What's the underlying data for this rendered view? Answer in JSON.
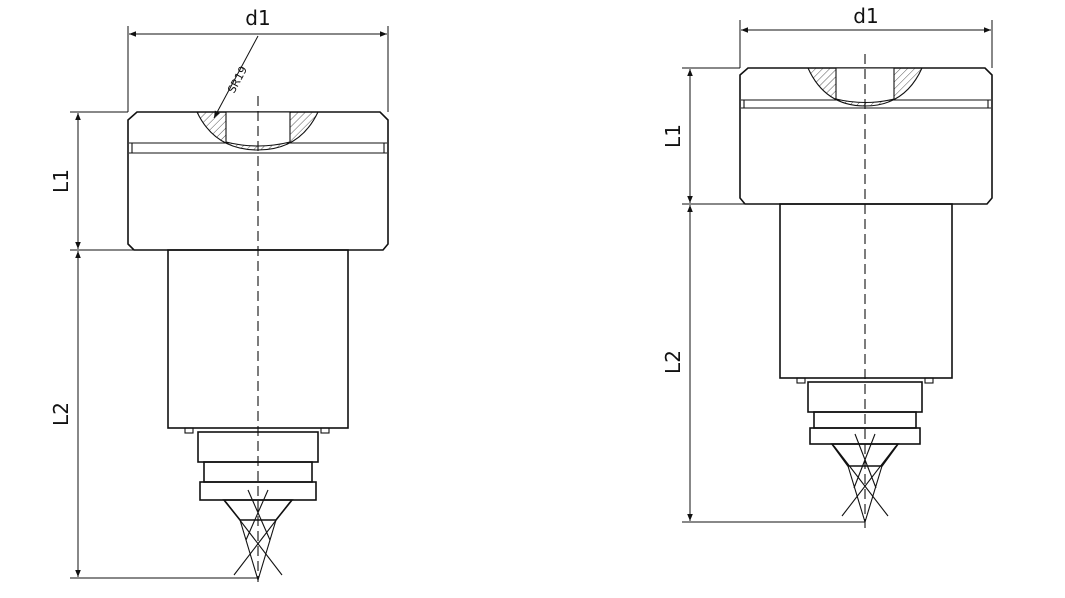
{
  "drawings": [
    {
      "id": "left",
      "labels": {
        "width": "d1",
        "upper_length": "L1",
        "lower_length": "L2",
        "radius": "SR19"
      }
    },
    {
      "id": "right",
      "labels": {
        "width": "d1",
        "upper_length": "L1",
        "lower_length": "L2"
      }
    }
  ],
  "colors": {
    "line": "#111111",
    "background": "#ffffff"
  }
}
